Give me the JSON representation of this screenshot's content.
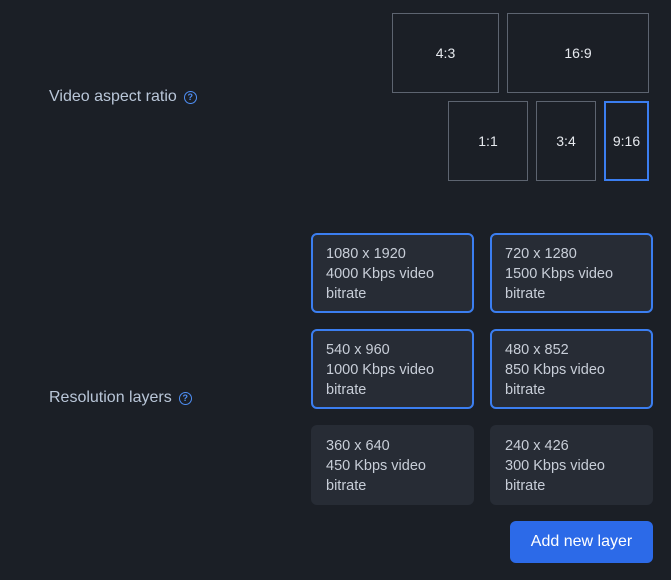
{
  "aspect_ratio": {
    "label": "Video aspect ratio",
    "options": [
      {
        "label": "4:3",
        "selected": false
      },
      {
        "label": "16:9",
        "selected": false
      },
      {
        "label": "1:1",
        "selected": false
      },
      {
        "label": "3:4",
        "selected": false
      },
      {
        "label": "9:16",
        "selected": true
      }
    ]
  },
  "resolution_layers": {
    "label": "Resolution layers",
    "layers": [
      {
        "resolution": "1080 x 1920",
        "bitrate_line1": "4000 Kbps video",
        "bitrate_line2": "bitrate",
        "selected": true
      },
      {
        "resolution": "720 x 1280",
        "bitrate_line1": "1500 Kbps video",
        "bitrate_line2": "bitrate",
        "selected": true
      },
      {
        "resolution": "540 x 960",
        "bitrate_line1": "1000 Kbps video",
        "bitrate_line2": "bitrate",
        "selected": true
      },
      {
        "resolution": "480 x 852",
        "bitrate_line1": "850 Kbps video",
        "bitrate_line2": "bitrate",
        "selected": true
      },
      {
        "resolution": "360 x 640",
        "bitrate_line1": "450 Kbps video",
        "bitrate_line2": "bitrate",
        "selected": false
      },
      {
        "resolution": "240 x 426",
        "bitrate_line1": "300 Kbps video",
        "bitrate_line2": "bitrate",
        "selected": false
      }
    ],
    "add_button_label": "Add new layer"
  },
  "icons": {
    "help_glyph": "?"
  },
  "colors": {
    "background": "#1b1f26",
    "accent": "#3b7ef0",
    "button": "#2c6ae8",
    "card": "#272c35"
  }
}
